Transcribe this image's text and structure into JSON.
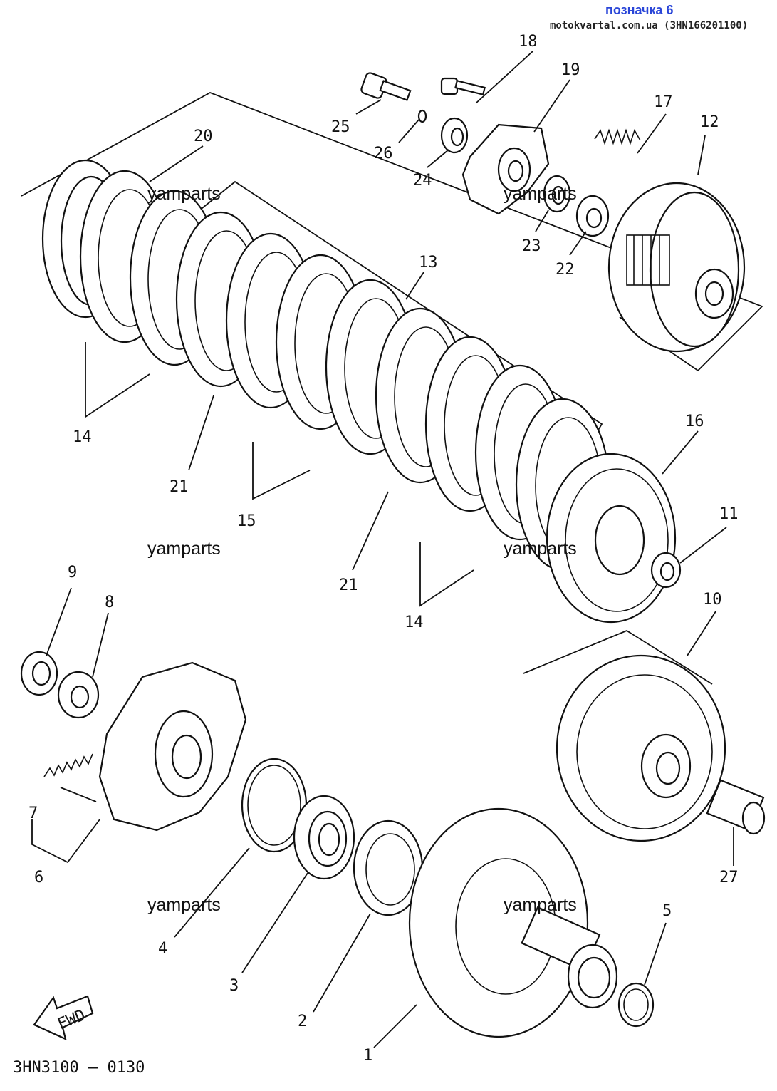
{
  "header": {
    "title": "позначка 6",
    "site": "motokvartal.com.ua (3HN166201100)"
  },
  "watermark": "yamparts",
  "diagram_code": "3HN3100 – 0130",
  "fwd_label": "FWD",
  "callouts": [
    "1",
    "2",
    "3",
    "4",
    "5",
    "6",
    "7",
    "8",
    "9",
    "10",
    "11",
    "12",
    "13",
    "14",
    "14",
    "15",
    "16",
    "17",
    "18",
    "19",
    "20",
    "21",
    "21",
    "22",
    "23",
    "24",
    "25",
    "26",
    "27"
  ]
}
